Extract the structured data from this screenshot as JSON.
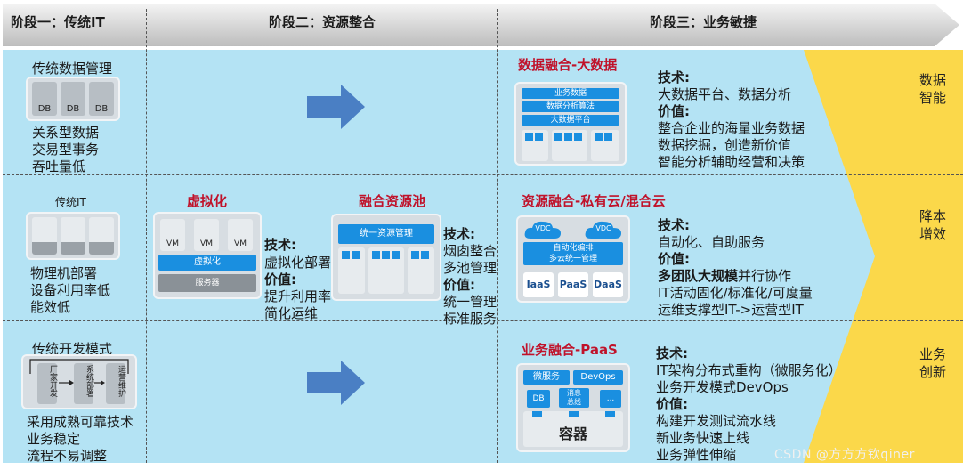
{
  "header": {
    "stage1": "阶段一：传统IT",
    "stage2": "阶段二：资源整合",
    "stage3": "阶段三：业务敏捷"
  },
  "row1": {
    "left_title": "传统数据管理",
    "db_label": "DB",
    "left_lines": [
      "关系型数据",
      "交易型事务",
      "吞吐量低"
    ],
    "right_title": "数据融合-大数据",
    "panel_bars": [
      "业务数据",
      "数据分析算法",
      "大数据平台"
    ],
    "tech_label": "技术:",
    "tech": "大数据平台、数据分析",
    "value_label": "价值:",
    "values": [
      "整合企业的海量业务数据",
      "数据挖掘，创造新价值",
      "智能分析辅助经营和决策"
    ],
    "side": [
      "数据",
      "智能"
    ]
  },
  "row2": {
    "left_title": "传统IT",
    "left_lines": [
      "物理机部署",
      "设备利用率低",
      "能效低"
    ],
    "virt_title": "虚拟化",
    "vm_label": "VM",
    "virt_bar": "虚拟化",
    "server_bar": "服务器",
    "virt_tech_label": "技术:",
    "virt_tech": "虚拟化部署",
    "virt_value_label": "价值:",
    "virt_values": [
      "提升利用率",
      "简化运维"
    ],
    "pool_title": "融合资源池",
    "pool_bar": "统一资源管理",
    "pool_tech_label": "技术:",
    "pool_tech": [
      "烟囱整合",
      "多池管理"
    ],
    "pool_value_label": "价值:",
    "pool_values": [
      "统一管理",
      "标准服务"
    ],
    "right_title": "资源融合-私有云/混合云",
    "vdc": "VDC",
    "orch": [
      "自动化编排",
      "多云统一管理"
    ],
    "services": [
      "IaaS",
      "PaaS",
      "DaaS"
    ],
    "tech_label": "技术:",
    "tech": "自动化、自助服务",
    "value_label": "价值:",
    "value1_bold": "多团队大规模",
    "value1_rest": "并行协作",
    "values": [
      "IT活动固化/标准化/可度量",
      "运维支撑型IT->运营型IT"
    ],
    "side": [
      "降本",
      "增效"
    ]
  },
  "row3": {
    "left_title": "传统开发模式",
    "flow": [
      "厂家开发",
      "系统部署",
      "运营维护"
    ],
    "left_lines": [
      "采用成熟可靠技术",
      "业务稳定",
      "流程不易调整"
    ],
    "right_title": "业务融合-PaaS",
    "micro": "微服务",
    "devops": "DevOps",
    "db": "DB",
    "mq": [
      "消息",
      "总线"
    ],
    "dots": "...",
    "container": "容器",
    "tech_label": "技术:",
    "techs": [
      "IT架构分布式重构（微服务化）",
      "业务开发模式DevOps"
    ],
    "value_label": "价值:",
    "values": [
      "构建开发测试流水线",
      "新业务快速上线",
      "业务弹性伸缩"
    ],
    "side": [
      "业务",
      "创新"
    ]
  },
  "watermark": "CSDN @方方方钦qiner",
  "colors": {
    "band": "#b4e3f4",
    "accent_yellow": "#fbd84a",
    "arrow_blue": "#4a7fc4",
    "title_red": "#c0122a",
    "block_blue": "#1a8fe0"
  }
}
